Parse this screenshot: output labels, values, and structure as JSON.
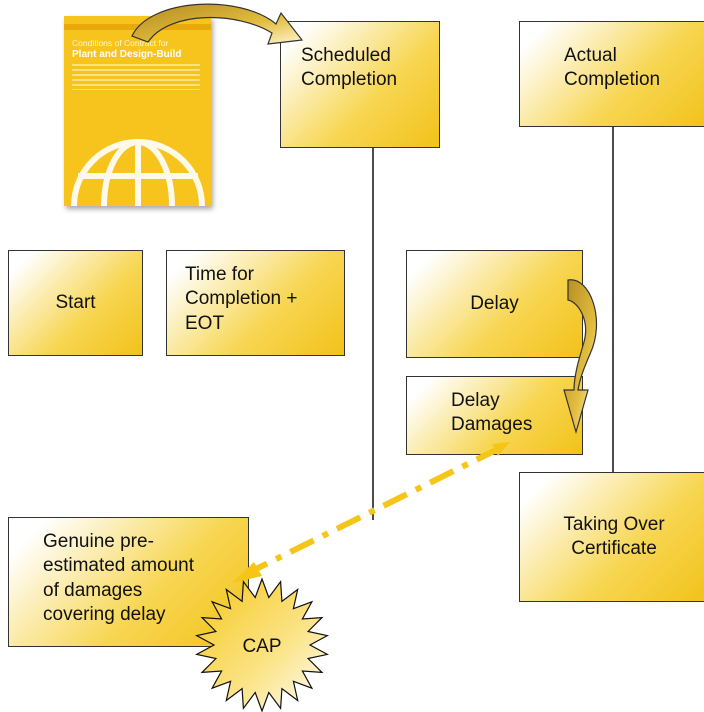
{
  "cover": {
    "line1": "Conditions of Contract for",
    "line2": "Plant and Design-Build"
  },
  "boxes": {
    "scheduled_completion": "Scheduled\nCompletion",
    "actual_completion": "Actual\nCompletion",
    "start": "Start",
    "time_for_completion": "Time for\nCompletion +\nEOT",
    "delay": "Delay",
    "delay_damages": "Delay\nDamages",
    "taking_over_certificate": "Taking Over\nCertificate",
    "genuine_pre_estimate": "Genuine pre-\nestimated amount\nof damages\ncovering delay"
  },
  "cap_label": "CAP",
  "colors": {
    "gold": "#f2c21a",
    "arrow_fill": "#c9a32c",
    "dash_arrow": "#f5c518"
  }
}
